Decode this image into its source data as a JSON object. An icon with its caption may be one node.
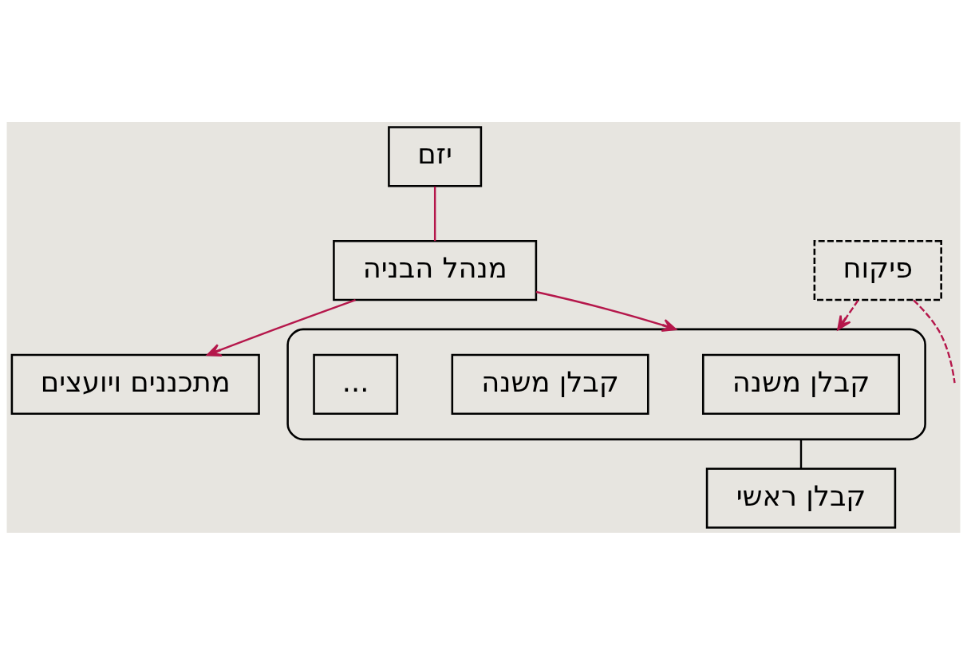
{
  "diagram": {
    "nodes": [
      {
        "text": [
          "יזם"
        ]
      },
      {
        "text": [
          "מנהל הבניה"
        ]
      },
      {
        "text": [
          "פיקוח"
        ]
      },
      {
        "text": [
          "מתכננים ויועצים"
        ]
      },
      {
        "text": [],
        "shape": "box"
      },
      {
        "text": [
          "קבלן משנה"
        ],
        "in": 4
      },
      {
        "text": [
          "קבלן משנה"
        ],
        "in": 4
      },
      {
        "text": [
          "..."
        ],
        "in": 4
      },
      {
        "text": [
          "קבלן ראשי"
        ]
      }
    ],
    "edges": [
      {
        "from": 0,
        "to": 1,
        "arrow": "none"
      },
      {
        "from": 1,
        "to": 3,
        "arrow": "to"
      },
      {
        "from": 1,
        "to": 4,
        "arrow": "to"
      },
      {
        "from": 2,
        "to": null,
        "arrow": "none",
        "style": "dashed"
      },
      {
        "from": 2,
        "to": 4,
        "arrow": "to",
        "style": "dashed"
      },
      {
        "from": 4,
        "to": 8,
        "arrow": "none",
        "color": "#000000"
      }
    ]
  }
}
